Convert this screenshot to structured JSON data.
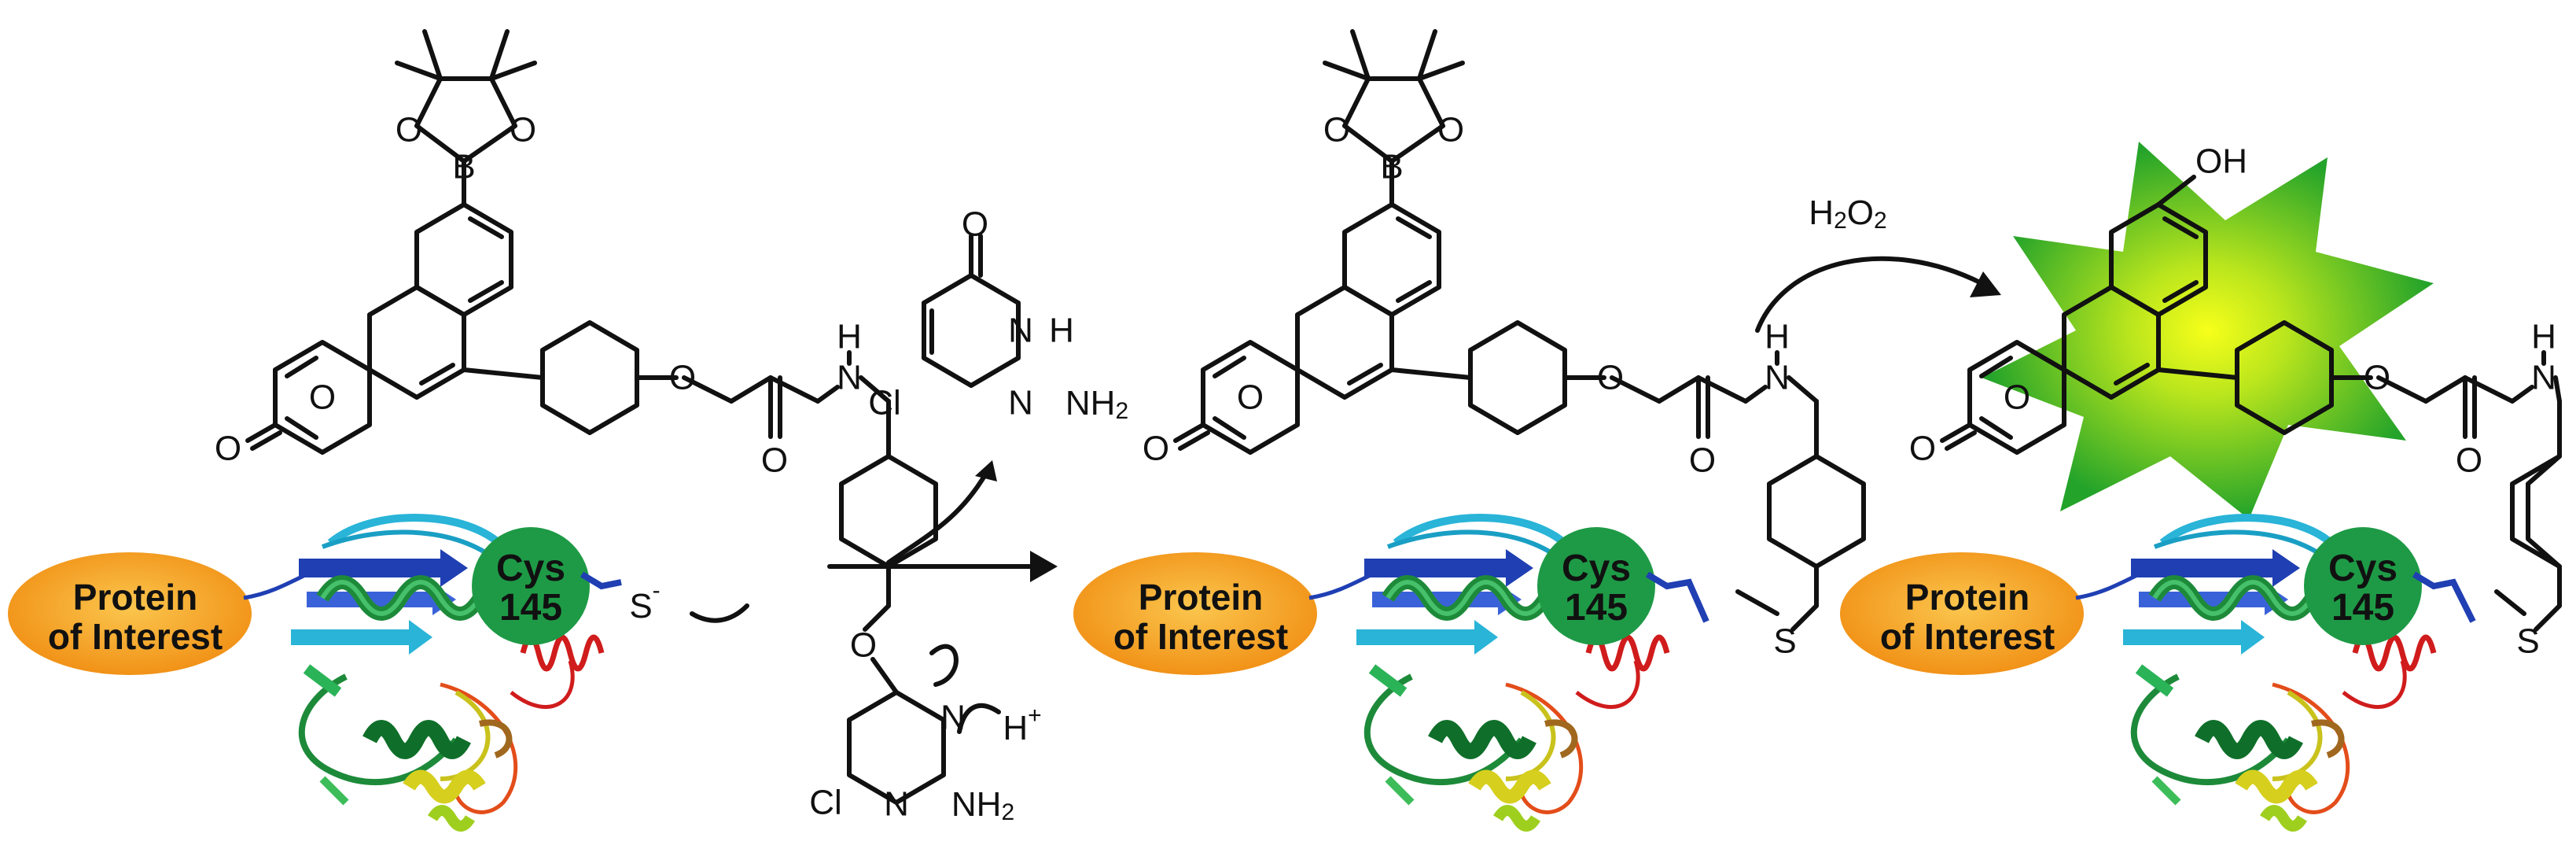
{
  "panels": [
    {
      "protein_label_line1": "Protein",
      "protein_label_line2": "of Interest",
      "cys_line1": "Cys",
      "cys_line2": "145"
    },
    {
      "protein_label_line1": "Protein",
      "protein_label_line2": "of Interest",
      "cys_line1": "Cys",
      "cys_line2": "145"
    },
    {
      "protein_label_line1": "Protein",
      "protein_label_line2": "of Interest",
      "cys_line1": "Cys",
      "cys_line2": "145"
    }
  ],
  "atoms": {
    "O": "O",
    "B": "B",
    "N": "N",
    "H": "H",
    "Cl": "Cl",
    "S": "S",
    "NH2": "NH",
    "two": "2",
    "OH": "OH",
    "H_plus": "H",
    "plus": "+",
    "minus": "-"
  },
  "reagent": {
    "h2o2_h": "H",
    "h2o2_2a": "2",
    "h2o2_o": "O",
    "h2o2_2b": "2"
  },
  "colors": {
    "protein_orange": "#f2a01e",
    "cys_green": "#1e9a46",
    "burst_green": "#2fb82f",
    "burst_yellow": "#f4f400",
    "helix_blue": "#1f3fb3",
    "sheet_cyan": "#29b4d8",
    "helix_green": "#1d8a3a",
    "helix_red": "#d01c1c",
    "loop_yellow": "#c9c21c"
  }
}
